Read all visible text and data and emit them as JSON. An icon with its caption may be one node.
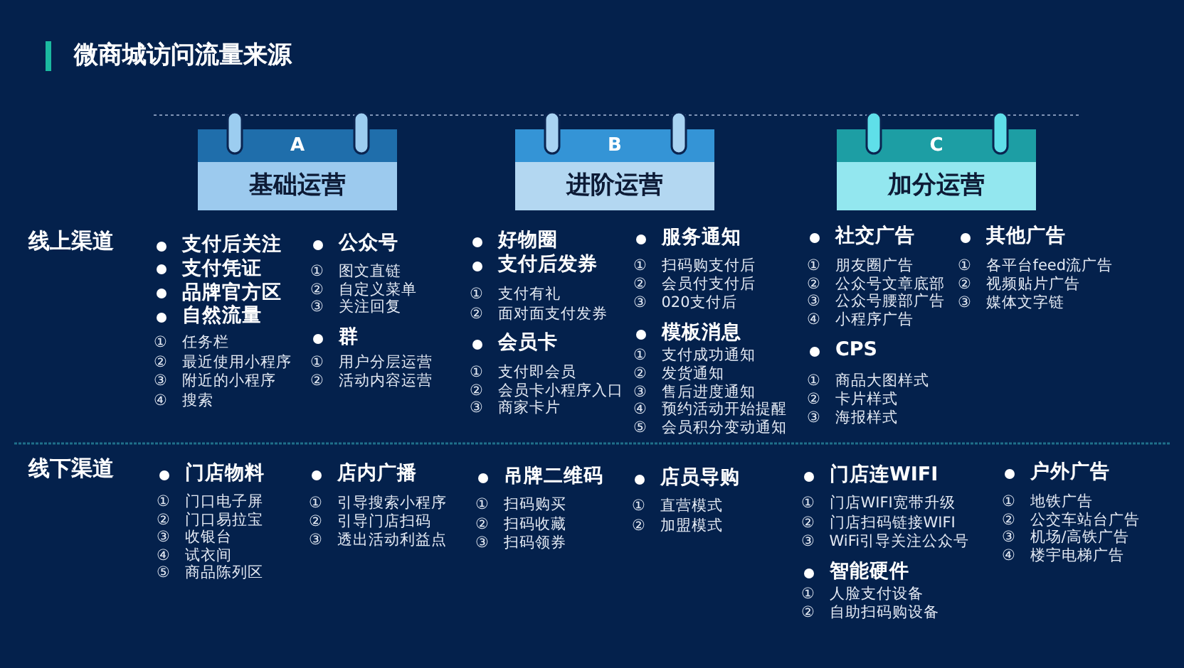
{
  "diagram": {
    "title": "微商城访问流量来源",
    "nodes": [
      {
        "text": [
          "A",
          "基础运营"
        ]
      },
      {
        "text": [
          "B",
          "进阶运营"
        ]
      },
      {
        "text": [
          "C",
          "加分运营"
        ]
      }
    ],
    "labels": [
      "线上渠道",
      "支付后关注",
      "支付凭证",
      "品牌官方区",
      "自然流量",
      "① 任务栏",
      "② 最近使用小程序",
      "③ 附近的小程序",
      "④ 搜索",
      "公众号",
      "① 图文直链",
      "② 自定义菜单",
      "③ 关注回复",
      "群",
      "① 用户分层运营",
      "② 活动内容运营",
      "好物圈",
      "支付后发券",
      "① 支付有礼",
      "② 面对面支付发券",
      "会员卡",
      "① 支付即会员",
      "② 会员卡小程序入口",
      "③ 商家卡片",
      "服务通知",
      "① 扫码购支付后",
      "② 会员付支付后",
      "③ 020支付后",
      "模板消息",
      "① 支付成功通知",
      "② 发货通知",
      "③ 售后进度通知",
      "④ 预约活动开始提醒",
      "⑤ 会员积分变动通知",
      "社交广告",
      "① 朋友圈广告",
      "② 公众号文章底部",
      "③ 公众号腰部广告",
      "④ 小程序广告",
      "CPS",
      "① 商品大图样式",
      "② 卡片样式",
      "③ 海报样式",
      "其他广告",
      "① 各平台feed流广告",
      "② 视频贴片广告",
      "③ 媒体文字链",
      "线下渠道",
      "门店物料",
      "① 门口电子屏",
      "② 门口易拉宝",
      "③ 收银台",
      "④ 试衣间",
      "⑤ 商品陈列区",
      "店内广播",
      "① 引导搜索小程序",
      "② 引导门店扫码",
      "③ 透出活动利益点",
      "吊牌二维码",
      "① 扫码购买",
      "② 扫码收藏",
      "③ 扫码领券",
      "店员导购",
      "① 直营模式",
      "② 加盟模式",
      "门店连WIFI",
      "① 门店WIFI宽带升级",
      "② 门店扫码链接WIFI",
      "③ WiFi引导关注公众号",
      "智能硬件",
      "① 人脸支付设备",
      "② 自助扫码购设备",
      "户外广告",
      "① 地铁广告",
      "② 公交车站台广告",
      "③ 机场/高铁广告",
      "④ 楼宇电梯广告"
    ]
  }
}
